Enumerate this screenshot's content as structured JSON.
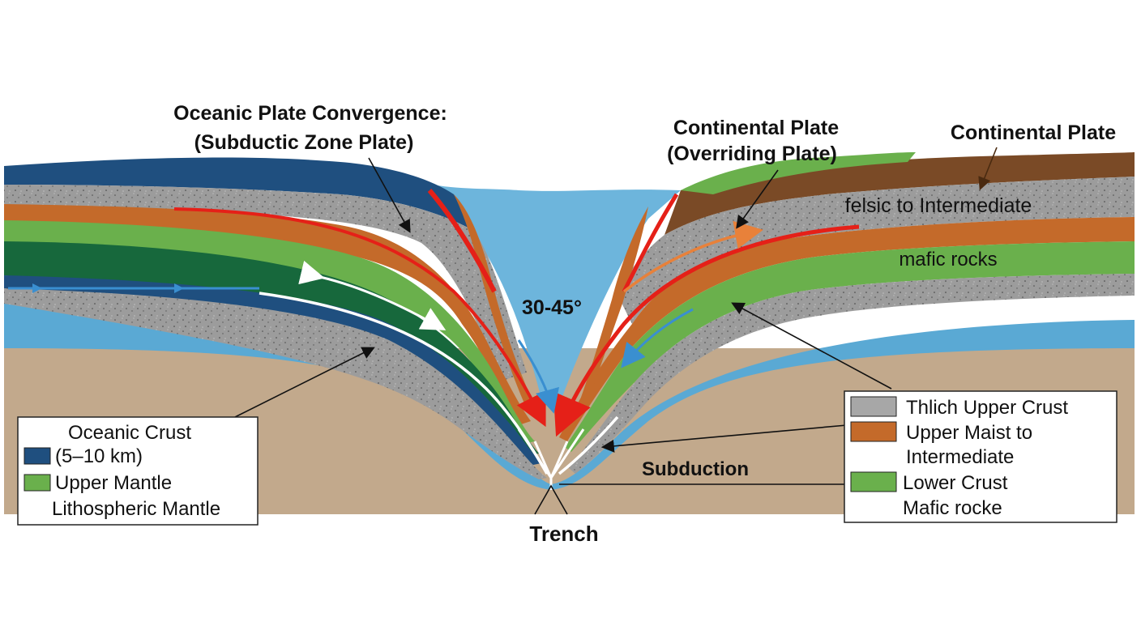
{
  "title_left": {
    "line1": "Oceanic Plate Convergence:",
    "line2": "(Subductic Zone Plate)"
  },
  "title_center_right": {
    "line1": "Continental Plate",
    "line2": "(Overriding Plate)"
  },
  "title_far_right": "Continental Plate",
  "label_felsic": "felsic to Intermediate",
  "label_mafic": "mafic rocks",
  "label_angle": "30-45°",
  "label_subduction": "Subduction",
  "label_trench": "Trench",
  "legend_left": {
    "title": "Oceanic Crust",
    "items": [
      {
        "label": "(5–10 km)",
        "color": "#1f4f7f"
      },
      {
        "label": "Upper Mantle",
        "color": "#6ab04c"
      },
      {
        "label": "Lithospheric Mantle",
        "color": ""
      }
    ]
  },
  "legend_right": {
    "items": [
      {
        "label": "Thlich Upper Crust",
        "color": "#a7a7a7"
      },
      {
        "label": "Upper Maist to",
        "color": "#c46a2a"
      },
      {
        "label": "Intermediate",
        "color": ""
      },
      {
        "label": "Lower Crust",
        "color": "#6ab04c"
      },
      {
        "label": "Mafic rocke",
        "color": ""
      }
    ]
  },
  "colors": {
    "ocean": "#5aa9d4",
    "ocean_light": "#7cc2e4",
    "sediment": "#c2a98c",
    "oceanic_crust": "#1f4f7f",
    "gray_layer": "#9a9a9a",
    "orange_layer": "#c46a2a",
    "green_layer": "#6ab04c",
    "dark_green_layer": "#17683c",
    "brown_layer": "#7a4a26",
    "arrow_red": "#e52018",
    "arrow_white": "#ffffff",
    "arrow_blue": "#3a8fd0"
  }
}
